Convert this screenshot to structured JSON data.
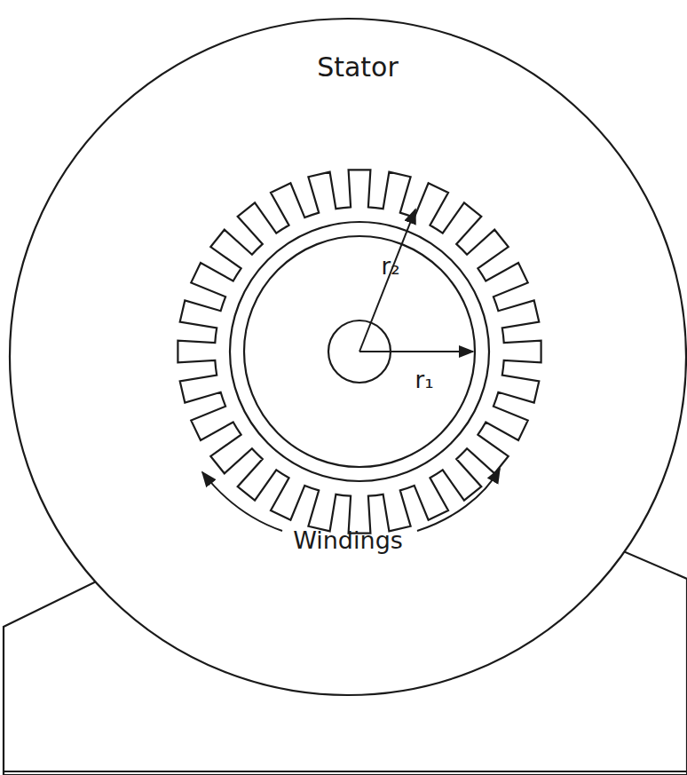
{
  "diagram": {
    "labels": [
      "Stator",
      "r₂",
      "r₁",
      "Windings"
    ]
  }
}
